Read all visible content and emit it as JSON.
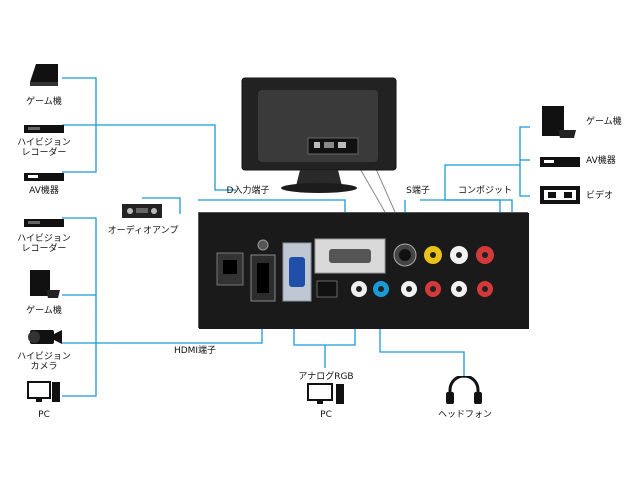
{
  "devices_left": {
    "game1": "ゲーム機",
    "hivision_recorder1": "ハイビジョン\nレコーダー",
    "av1": "AV機器",
    "audio_amp": "オーディオアンプ",
    "hivision_recorder2": "ハイビジョン\nレコーダー",
    "game2": "ゲーム機",
    "hivision_camera": "ハイビジョン\nカメラ",
    "pc_left": "PC"
  },
  "devices_right": {
    "game": "ゲーム機",
    "av": "AV機器",
    "video": "ビデオ"
  },
  "ports": {
    "d_input": "D入力端子",
    "s_terminal": "S端子",
    "composite": "コンポジット",
    "hdmi": "HDMI端子",
    "analog_rgb": "アナログRGB"
  },
  "devices_bottom": {
    "pc": "PC",
    "headphone": "ヘッドフォン"
  },
  "colors": {
    "wire": "#1a9bd7",
    "panel": "#1a1a1a",
    "rca_red": "#d43a3a",
    "rca_yellow": "#e8c21a",
    "rca_white": "#f2f2f2"
  }
}
